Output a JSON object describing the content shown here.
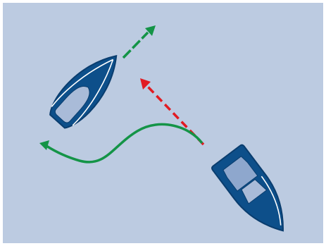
{
  "diagram": {
    "elements": [
      "sailboat-upper-left",
      "motorboat-lower-right",
      "green-course-arrow-upper",
      "red-dashed-collision-arrow",
      "green-curved-avoidance-arrow"
    ]
  },
  "colors": {
    "water": "#bccbe1",
    "hull": "#0d4f8a",
    "hull_outline": "#0a3d6e",
    "cabin_light": "#a9bbd8",
    "cabin_mid": "#8ea7cd",
    "deck_line": "#ffffff",
    "green_arrow": "#149447",
    "red_arrow": "#e11b22"
  }
}
